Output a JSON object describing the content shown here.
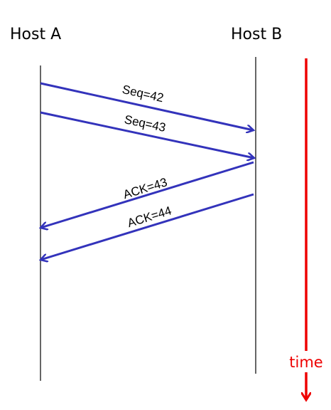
{
  "hosts": {
    "a_label": "Host A",
    "b_label": "Host B"
  },
  "messages": [
    {
      "label": "Seq=42",
      "direction": "A-to-B"
    },
    {
      "label": "Seq=43",
      "direction": "A-to-B"
    },
    {
      "label": "ACK=43",
      "direction": "B-to-A"
    },
    {
      "label": "ACK=44",
      "direction": "B-to-A"
    }
  ],
  "time_axis": {
    "label": "time"
  },
  "colors": {
    "arrow": "#3333bb",
    "timeline": "#000000",
    "time_axis": "#ee0000"
  }
}
